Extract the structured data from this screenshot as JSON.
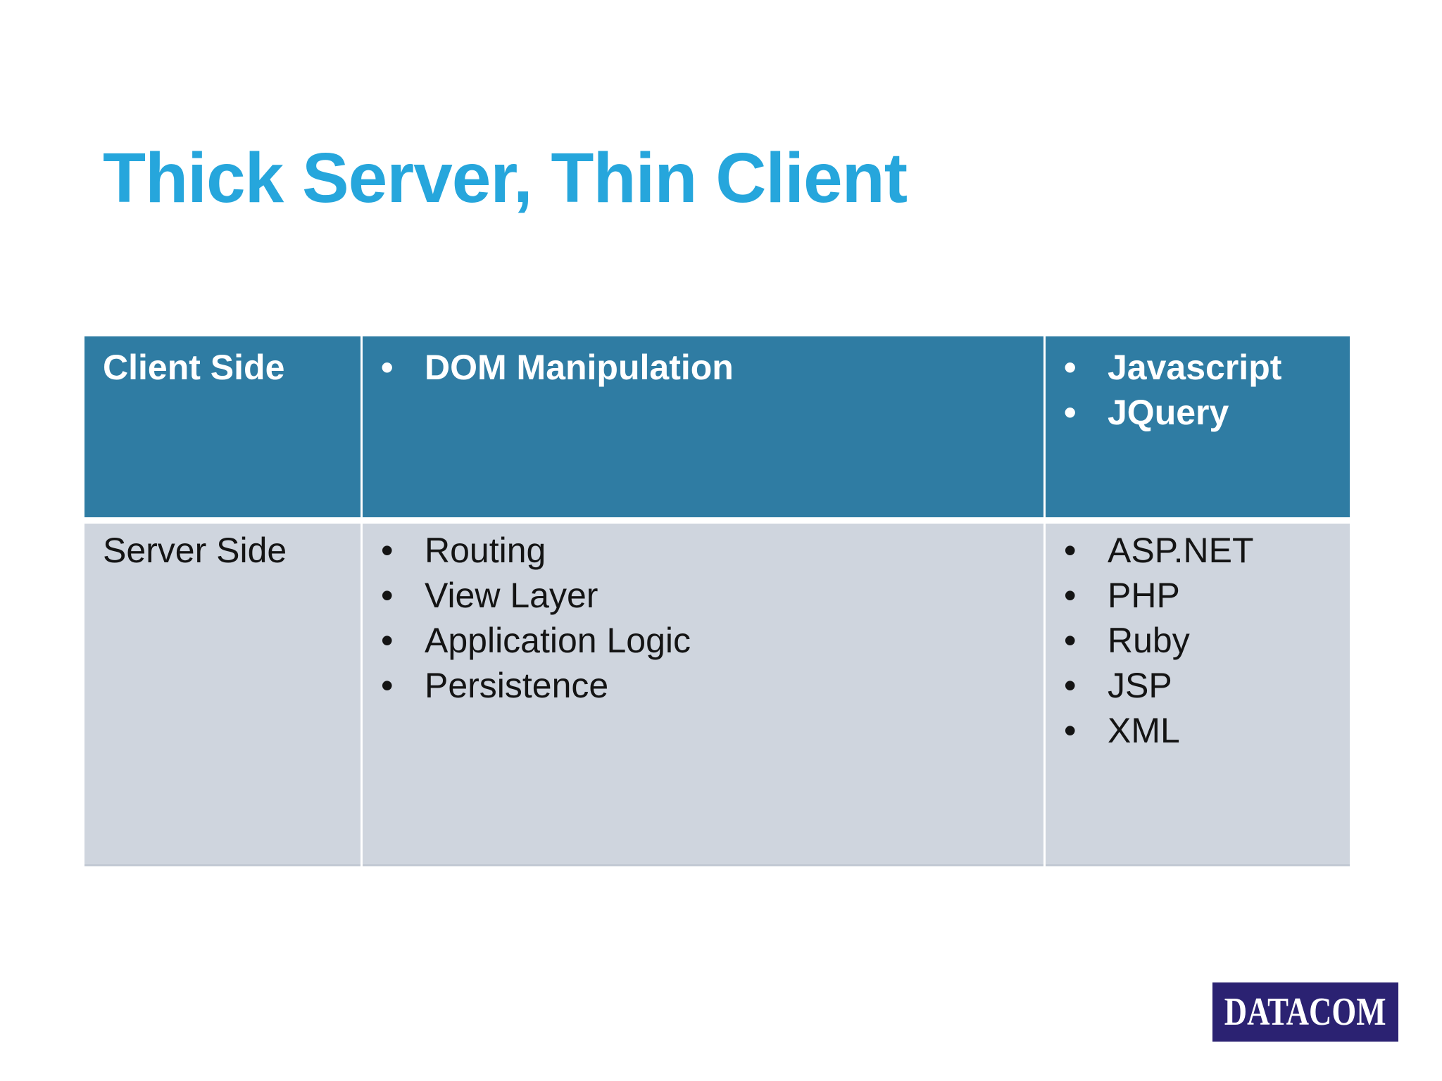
{
  "slide": {
    "title": "Thick Server, Thin Client"
  },
  "table": {
    "rows": [
      {
        "label": "Client Side",
        "features": [
          "DOM Manipulation"
        ],
        "technologies": [
          "Javascript",
          "JQuery"
        ]
      },
      {
        "label": "Server Side",
        "features": [
          "Routing",
          "View Layer",
          "Application Logic",
          "Persistence"
        ],
        "technologies": [
          "ASP.NET",
          "PHP",
          "Ruby",
          "JSP",
          "XML"
        ]
      }
    ]
  },
  "logo": {
    "text": "DATACOM"
  },
  "colors": {
    "title_text": "#26a6dc",
    "header_row_bg": "#2f7ca3",
    "header_row_text": "#ffffff",
    "body_row_bg": "#cfd5de",
    "body_row_text": "#141414",
    "logo_bg": "#2b2272",
    "logo_text": "#ffffff",
    "page_bg": "#ffffff"
  }
}
